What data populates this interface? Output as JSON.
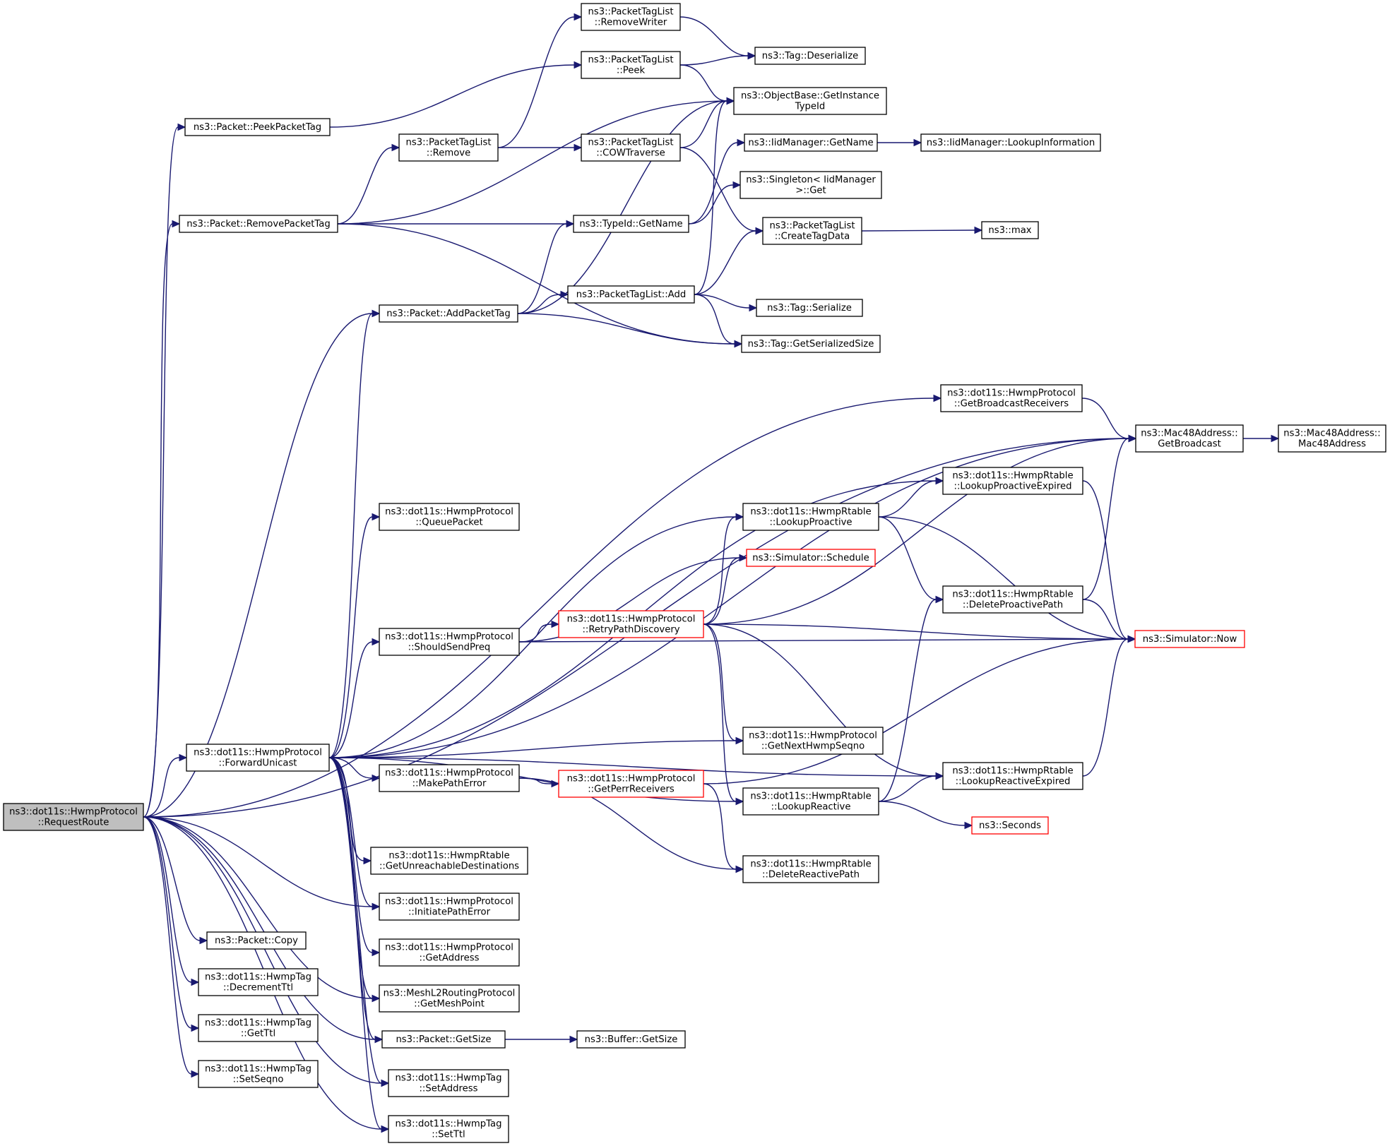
{
  "colors": {
    "edge": "#191970",
    "root_fill": "#bfbfbf",
    "red_border": "#ff0000",
    "border": "#000000"
  },
  "nodes": [
    {
      "id": "root",
      "lines": [
        "ns3::dot11s::HwmpProtocol",
        "::RequestRoute"
      ],
      "style": "root"
    },
    {
      "id": "peekPacketTag",
      "lines": [
        "ns3::Packet::PeekPacketTag"
      ]
    },
    {
      "id": "removePacketTag",
      "lines": [
        "ns3::Packet::RemovePacketTag"
      ]
    },
    {
      "id": "addPacketTag",
      "lines": [
        "ns3::Packet::AddPacketTag"
      ]
    },
    {
      "id": "forwardUnicast",
      "lines": [
        "ns3::dot11s::HwmpProtocol",
        "::ForwardUnicast"
      ]
    },
    {
      "id": "copy",
      "lines": [
        "ns3::Packet::Copy"
      ]
    },
    {
      "id": "decrementTtl",
      "lines": [
        "ns3::dot11s::HwmpTag",
        "::DecrementTtl"
      ]
    },
    {
      "id": "getTtl",
      "lines": [
        "ns3::dot11s::HwmpTag",
        "::GetTtl"
      ]
    },
    {
      "id": "setSeqno",
      "lines": [
        "ns3::dot11s::HwmpTag",
        "::SetSeqno"
      ]
    },
    {
      "id": "removeWriter",
      "lines": [
        "ns3::PacketTagList",
        "::RemoveWriter"
      ]
    },
    {
      "id": "peek",
      "lines": [
        "ns3::PacketTagList",
        "::Peek"
      ]
    },
    {
      "id": "tagListRemove",
      "lines": [
        "ns3::PacketTagList",
        "::Remove"
      ]
    },
    {
      "id": "cowTraverse",
      "lines": [
        "ns3::PacketTagList",
        "::COWTraverse"
      ]
    },
    {
      "id": "typeIdGetName",
      "lines": [
        "ns3::TypeId::GetName"
      ]
    },
    {
      "id": "tagListAdd",
      "lines": [
        "ns3::PacketTagList::Add"
      ]
    },
    {
      "id": "queuePacket",
      "lines": [
        "ns3::dot11s::HwmpProtocol",
        "::QueuePacket"
      ]
    },
    {
      "id": "shouldSendPreq",
      "lines": [
        "ns3::dot11s::HwmpProtocol",
        "::ShouldSendPreq"
      ]
    },
    {
      "id": "retryPathDiscovery",
      "lines": [
        "ns3::dot11s::HwmpProtocol",
        "::RetryPathDiscovery"
      ],
      "style": "red"
    },
    {
      "id": "makePathError",
      "lines": [
        "ns3::dot11s::HwmpProtocol",
        "::MakePathError"
      ]
    },
    {
      "id": "getPerrReceivers",
      "lines": [
        "ns3::dot11s::HwmpProtocol",
        "::GetPerrReceivers"
      ],
      "style": "red"
    },
    {
      "id": "getUnreachable",
      "lines": [
        "ns3::dot11s::HwmpRtable",
        "::GetUnreachableDestinations"
      ]
    },
    {
      "id": "initiatePathError",
      "lines": [
        "ns3::dot11s::HwmpProtocol",
        "::InitiatePathError"
      ]
    },
    {
      "id": "getAddress",
      "lines": [
        "ns3::dot11s::HwmpProtocol",
        "::GetAddress"
      ]
    },
    {
      "id": "getMeshPoint",
      "lines": [
        "ns3::MeshL2RoutingProtocol",
        "::GetMeshPoint"
      ]
    },
    {
      "id": "packetGetSize",
      "lines": [
        "ns3::Packet::GetSize"
      ]
    },
    {
      "id": "setAddress",
      "lines": [
        "ns3::dot11s::HwmpTag",
        "::SetAddress"
      ]
    },
    {
      "id": "setTtl",
      "lines": [
        "ns3::dot11s::HwmpTag",
        "::SetTtl"
      ]
    },
    {
      "id": "bufferGetSize",
      "lines": [
        "ns3::Buffer::GetSize"
      ]
    },
    {
      "id": "tagDeserialize",
      "lines": [
        "ns3::Tag::Deserialize"
      ]
    },
    {
      "id": "getInstanceTypeId",
      "lines": [
        "ns3::ObjectBase::GetInstance",
        "TypeId"
      ]
    },
    {
      "id": "iidGetName",
      "lines": [
        "ns3::IidManager::GetName"
      ]
    },
    {
      "id": "singletonGet",
      "lines": [
        "ns3::Singleton< IidManager",
        " >::Get"
      ]
    },
    {
      "id": "createTagData",
      "lines": [
        "ns3::PacketTagList",
        "::CreateTagData"
      ]
    },
    {
      "id": "tagSerialize",
      "lines": [
        "ns3::Tag::Serialize"
      ]
    },
    {
      "id": "tagGetSerializedSize",
      "lines": [
        "ns3::Tag::GetSerializedSize"
      ]
    },
    {
      "id": "getBroadcastReceivers",
      "lines": [
        "ns3::dot11s::HwmpProtocol",
        "::GetBroadcastReceivers"
      ]
    },
    {
      "id": "lookupProactive",
      "lines": [
        "ns3::dot11s::HwmpRtable",
        "::LookupProactive"
      ]
    },
    {
      "id": "schedule",
      "lines": [
        "ns3::Simulator::Schedule"
      ],
      "style": "red"
    },
    {
      "id": "getNextHwmpSeqno",
      "lines": [
        "ns3::dot11s::HwmpProtocol",
        "::GetNextHwmpSeqno"
      ]
    },
    {
      "id": "lookupReactive",
      "lines": [
        "ns3::dot11s::HwmpRtable",
        "::LookupReactive"
      ]
    },
    {
      "id": "deleteReactivePath",
      "lines": [
        "ns3::dot11s::HwmpRtable",
        "::DeleteReactivePath"
      ]
    },
    {
      "id": "lookupInformation",
      "lines": [
        "ns3::IidManager::LookupInformation"
      ]
    },
    {
      "id": "max",
      "lines": [
        "ns3::max"
      ]
    },
    {
      "id": "lookupProactiveExpired",
      "lines": [
        "ns3::dot11s::HwmpRtable",
        "::LookupProactiveExpired"
      ]
    },
    {
      "id": "deleteProactivePath",
      "lines": [
        "ns3::dot11s::HwmpRtable",
        "::DeleteProactivePath"
      ]
    },
    {
      "id": "lookupReactiveExpired",
      "lines": [
        "ns3::dot11s::HwmpRtable",
        "::LookupReactiveExpired"
      ]
    },
    {
      "id": "seconds",
      "lines": [
        "ns3::Seconds"
      ],
      "style": "red"
    },
    {
      "id": "getBroadcast",
      "lines": [
        "ns3::Mac48Address::",
        "GetBroadcast"
      ]
    },
    {
      "id": "now",
      "lines": [
        "ns3::Simulator::Now"
      ],
      "style": "red"
    },
    {
      "id": "mac48Address",
      "lines": [
        "ns3::Mac48Address::",
        "Mac48Address"
      ]
    }
  ],
  "edges": [
    [
      "root",
      "peekPacketTag"
    ],
    [
      "root",
      "removePacketTag"
    ],
    [
      "root",
      "addPacketTag"
    ],
    [
      "root",
      "forwardUnicast"
    ],
    [
      "root",
      "copy"
    ],
    [
      "root",
      "decrementTtl"
    ],
    [
      "root",
      "getTtl"
    ],
    [
      "root",
      "setSeqno"
    ],
    [
      "root",
      "getBroadcastReceivers"
    ],
    [
      "root",
      "getBroadcast"
    ],
    [
      "root",
      "getMeshPoint"
    ],
    [
      "root",
      "packetGetSize"
    ],
    [
      "root",
      "setAddress"
    ],
    [
      "root",
      "setTtl"
    ],
    [
      "root",
      "initiatePathError"
    ],
    [
      "peekPacketTag",
      "peek"
    ],
    [
      "removePacketTag",
      "getInstanceTypeId"
    ],
    [
      "removePacketTag",
      "tagListRemove"
    ],
    [
      "removePacketTag",
      "typeIdGetName"
    ],
    [
      "removePacketTag",
      "tagGetSerializedSize"
    ],
    [
      "tagListRemove",
      "removeWriter"
    ],
    [
      "tagListRemove",
      "cowTraverse"
    ],
    [
      "removeWriter",
      "tagDeserialize"
    ],
    [
      "peek",
      "tagDeserialize"
    ],
    [
      "peek",
      "getInstanceTypeId"
    ],
    [
      "cowTraverse",
      "getInstanceTypeId"
    ],
    [
      "cowTraverse",
      "createTagData"
    ],
    [
      "addPacketTag",
      "getInstanceTypeId"
    ],
    [
      "addPacketTag",
      "typeIdGetName"
    ],
    [
      "addPacketTag",
      "tagListAdd"
    ],
    [
      "addPacketTag",
      "tagGetSerializedSize"
    ],
    [
      "typeIdGetName",
      "iidGetName"
    ],
    [
      "typeIdGetName",
      "singletonGet"
    ],
    [
      "iidGetName",
      "lookupInformation"
    ],
    [
      "tagListAdd",
      "getInstanceTypeId"
    ],
    [
      "tagListAdd",
      "createTagData"
    ],
    [
      "tagListAdd",
      "tagSerialize"
    ],
    [
      "tagListAdd",
      "tagGetSerializedSize"
    ],
    [
      "createTagData",
      "max"
    ],
    [
      "forwardUnicast",
      "addPacketTag"
    ],
    [
      "forwardUnicast",
      "getBroadcast"
    ],
    [
      "forwardUnicast",
      "lookupProactiveExpired"
    ],
    [
      "forwardUnicast",
      "queuePacket"
    ],
    [
      "forwardUnicast",
      "lookupProactive"
    ],
    [
      "forwardUnicast",
      "shouldSendPreq"
    ],
    [
      "forwardUnicast",
      "getNextHwmpSeqno"
    ],
    [
      "forwardUnicast",
      "lookupReactive"
    ],
    [
      "forwardUnicast",
      "makePathError"
    ],
    [
      "forwardUnicast",
      "lookupReactiveExpired"
    ],
    [
      "forwardUnicast",
      "getUnreachable"
    ],
    [
      "forwardUnicast",
      "initiatePathError"
    ],
    [
      "forwardUnicast",
      "getAddress"
    ],
    [
      "forwardUnicast",
      "getMeshPoint"
    ],
    [
      "forwardUnicast",
      "packetGetSize"
    ],
    [
      "forwardUnicast",
      "setAddress"
    ],
    [
      "forwardUnicast",
      "setTtl"
    ],
    [
      "shouldSendPreq",
      "schedule"
    ],
    [
      "shouldSendPreq",
      "retryPathDiscovery"
    ],
    [
      "shouldSendPreq",
      "now"
    ],
    [
      "retryPathDiscovery",
      "lookupProactive"
    ],
    [
      "retryPathDiscovery",
      "schedule"
    ],
    [
      "retryPathDiscovery",
      "getBroadcast"
    ],
    [
      "retryPathDiscovery",
      "now"
    ],
    [
      "retryPathDiscovery",
      "getNextHwmpSeqno"
    ],
    [
      "retryPathDiscovery",
      "lookupReactive"
    ],
    [
      "retryPathDiscovery",
      "lookupReactiveExpired"
    ],
    [
      "makePathError",
      "getPerrReceivers"
    ],
    [
      "makePathError",
      "deleteReactivePath"
    ],
    [
      "getPerrReceivers",
      "now"
    ],
    [
      "getPerrReceivers",
      "deleteReactivePath"
    ],
    [
      "lookupProactive",
      "lookupProactiveExpired"
    ],
    [
      "lookupProactive",
      "deleteProactivePath"
    ],
    [
      "lookupProactive",
      "now"
    ],
    [
      "lookupReactive",
      "deleteProactivePath"
    ],
    [
      "lookupReactive",
      "lookupReactiveExpired"
    ],
    [
      "lookupReactive",
      "seconds"
    ],
    [
      "lookupProactiveExpired",
      "now"
    ],
    [
      "deleteProactivePath",
      "getBroadcast"
    ],
    [
      "deleteProactivePath",
      "now"
    ],
    [
      "lookupReactiveExpired",
      "now"
    ],
    [
      "getBroadcastReceivers",
      "getBroadcast"
    ],
    [
      "getBroadcast",
      "mac48Address"
    ],
    [
      "packetGetSize",
      "bufferGetSize"
    ]
  ]
}
